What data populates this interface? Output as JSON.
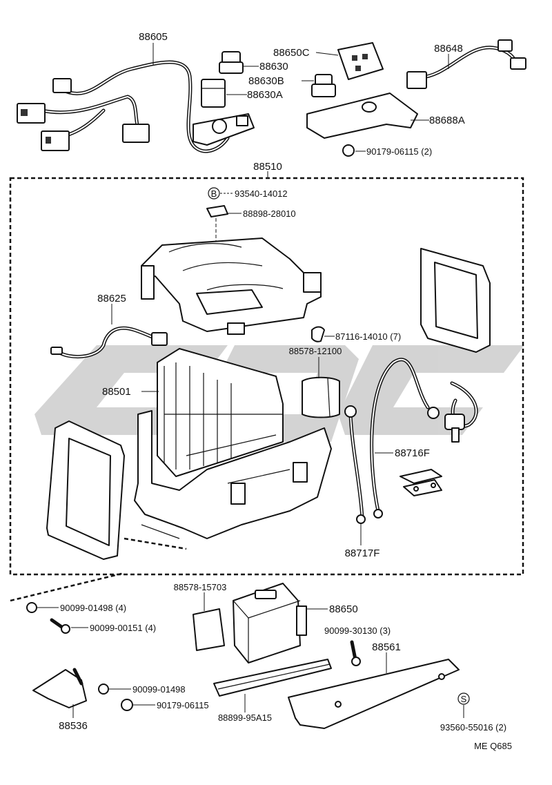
{
  "diagram": {
    "watermark": "CDC",
    "reference_code": "ME Q685",
    "callouts": {
      "harness": "88605",
      "relay_block_c": "88650C",
      "switch_88630": "88630",
      "switch_88630b": "88630B",
      "relay_88630a": "88630A",
      "harness_88648": "88648",
      "bracket_88688a": "88688A",
      "nut_90179_top": "90179-06115 (2)",
      "unit_assy": "88510",
      "bolt_b": "93540-14012",
      "label_88898": "88898-28010",
      "thermistor": "88625",
      "clip": "87116-14010 (7)",
      "insulator": "88578-12100",
      "evaporator": "88501",
      "tube_88716f": "88716F",
      "tube_88717f": "88717F",
      "pad_88578": "88578-15703",
      "amplifier": "88650",
      "nut_90099_01498_4": "90099-01498 (4)",
      "screw_90099_00151": "90099-00151 (4)",
      "screw_90099_30130": "90099-30130 (3)",
      "bracket_88561": "88561",
      "nut_90099_01498": "90099-01498",
      "nut_90179_06115": "90179-06115",
      "seal_88899": "88899-95A15",
      "bracket_88536": "88536",
      "screw_93560": "93560-55016 (2)",
      "marker_b": "B",
      "marker_s": "S"
    }
  }
}
